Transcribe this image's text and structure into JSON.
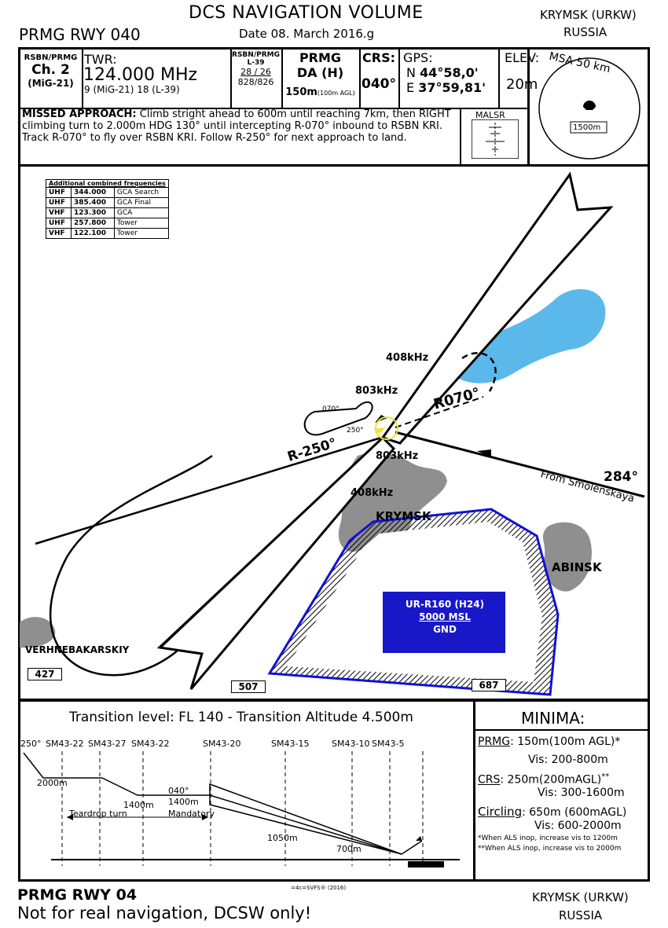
{
  "header": {
    "volume_title": "DCS NAVIGATION VOLUME",
    "date": "Date 08. March 2016.g",
    "procedure": "PRMG RWY 040",
    "airport": "KRYMSK (URKW)",
    "country": "RUSSIA"
  },
  "info": {
    "rsbn_label": "RSBN/PRMG",
    "rsbn_channel": "Ch. 2",
    "rsbn_aircraft": "(MiG-21)",
    "twr_label": "TWR:",
    "twr_freq": "124.000 MHz",
    "twr_channels": "9 (MiG-21) 18 (L-39)",
    "l39_label": "RSBN/PRMG",
    "l39_aircraft": "L-39",
    "l39_channels": "28 / 26",
    "l39_freqs": "828/826",
    "prmg_label": "PRMG",
    "da_label": "DA (H)",
    "da_value": "150m",
    "da_agl": "(100m AGL)",
    "crs_label": "CRS:",
    "crs_value": "040°",
    "gps_label": "GPS:",
    "gps_n_prefix": "N",
    "gps_n": "44°58,0'",
    "gps_e_prefix": "E",
    "gps_e": "37°59,81'",
    "elev_label": "ELEV:",
    "elev_value": "20m",
    "msa_label": "MSA 50 km",
    "msa_value": "1500m",
    "missed_label": "MISSED APPROACH:",
    "missed_text": "Climb stright ahead to 600m until reaching 7km, then RIGHT climbing turn to 2.000m HDG 130° until intercepting R-070° inbound to RSBN KRI. Track R-070° to fly over RSBN KRI. Follow R-250° for next approach to land.",
    "lighting": "MALSR"
  },
  "frequencies": {
    "title": "Additional combined frequencies",
    "rows": [
      {
        "band": "UHF",
        "freq": "344.000",
        "use": "GCA Search"
      },
      {
        "band": "UHF",
        "freq": "385.400",
        "use": "GCA Final"
      },
      {
        "band": "VHF",
        "freq": "123.300",
        "use": "GCA"
      },
      {
        "band": "UHF",
        "freq": "257.800",
        "use": "Tower"
      },
      {
        "band": "VHF",
        "freq": "122.100",
        "use": "Tower"
      }
    ]
  },
  "map": {
    "ndb_far_ne": "408kHz",
    "ndb_near_ne": "803kHz",
    "ndb_near_sw": "803kHz",
    "ndb_far_sw": "408kHz",
    "radial_070": "R070°",
    "radial_250": "R-250°",
    "hold_070": "070°",
    "hold_250": "250°",
    "inbound_course": "284°",
    "from_station": "From Smolenskaya",
    "town_krymsk": "KRYMSK",
    "town_abinsk": "ABINSK",
    "town_verkh": "VERHNEBAKARSKIY",
    "restricted_name": "UR-R160 (H24)",
    "restricted_top": "5000 MSL",
    "restricted_bottom": "GND",
    "elev_427": "427",
    "elev_507": "507",
    "elev_687": "687"
  },
  "profile": {
    "transition": "Transition level: FL 140 - Transition Altitude 4.500m",
    "points": [
      "250°",
      "SM43-22",
      "SM43-27",
      "SM43-22",
      "SM43-20",
      "SM43-15",
      "SM43-10",
      "SM43-5"
    ],
    "alt_2000": "2000m",
    "alt_1400a": "1400m",
    "hdg_040": "040°",
    "alt_1400b": "1400m",
    "mandatory": "Mandatory",
    "teardrop": "Teardrop turn",
    "alt_1050": "1050m",
    "alt_700": "700m"
  },
  "minima": {
    "title": "MINIMA:",
    "prmg_label": "PRMG",
    "prmg_value": ": 150m(100m AGL)*",
    "prmg_vis": "Vis: 200-800m",
    "crs_label": "CRS",
    "crs_value": ":  250m(200mAGL)",
    "crs_mark": "**",
    "crs_vis": "Vis: 300-1600m",
    "circ_label": "Circling",
    "circ_value": ": 650m (600mAGL)",
    "circ_vis": "Vis: 600-2000m",
    "note1": "*When ALS inop, increase vis to 1200m",
    "note2": "**When ALS inop, increase vis to 2000m"
  },
  "footer": {
    "copyright": "=4c=SVFS® (2016)",
    "procedure": "PRMG RWY 04",
    "disclaimer": "Not for real navigation, DCSW only!",
    "airport": "KRYMSK (URKW)",
    "country": "RUSSIA"
  },
  "colors": {
    "water": "#5bb8ea",
    "town": "#8f8f8f",
    "restricted": "#1010d8",
    "restricted_fill": "#1818c8",
    "hold_yellow": "#f0e03a"
  }
}
